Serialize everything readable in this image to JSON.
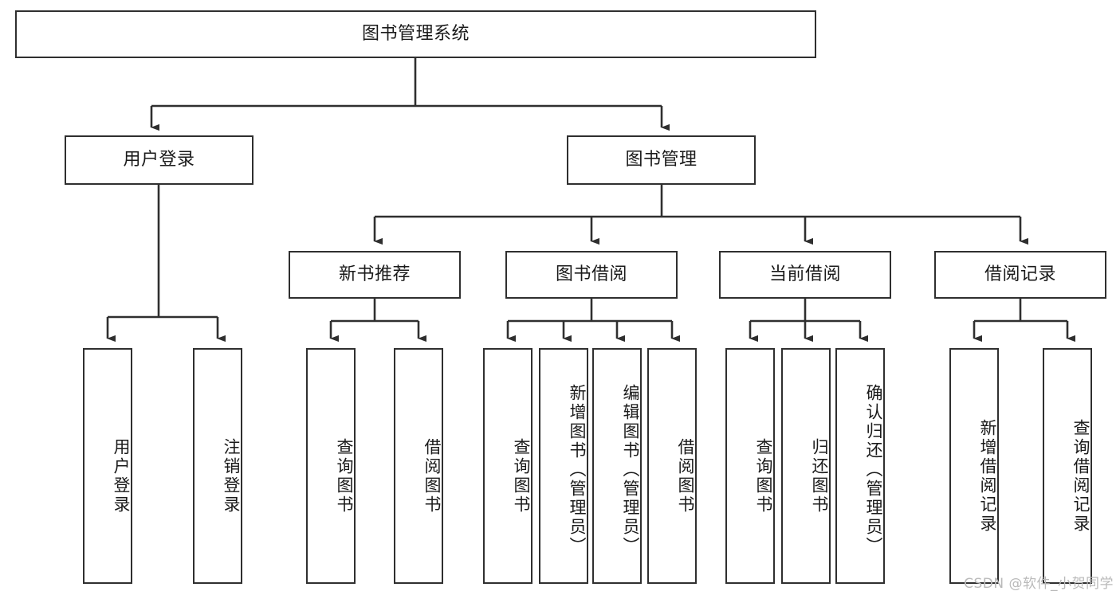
{
  "diagram": {
    "type": "tree",
    "title": "图书管理系统",
    "orientation": "top-down",
    "colors": {
      "box_border": "#2f2f2f",
      "box_fill": "#ffffff",
      "edge": "#2f2f2f",
      "text": "#1a1a1a",
      "watermark": "#b9b9b9",
      "background": "#ffffff"
    },
    "root": {
      "label": "图书管理系统"
    },
    "level1": [
      {
        "label": "用户登录"
      },
      {
        "label": "图书管理"
      }
    ],
    "level2": [
      {
        "label": "新书推荐"
      },
      {
        "label": "图书借阅"
      },
      {
        "label": "当前借阅"
      },
      {
        "label": "借阅记录"
      }
    ],
    "leaves": {
      "user_login": [
        {
          "label": "用户登录"
        },
        {
          "label": "注销登录"
        }
      ],
      "new_book_recommend": [
        {
          "label": "查询图书"
        },
        {
          "label": "借阅图书"
        }
      ],
      "book_borrow": [
        {
          "label": "查询图书"
        },
        {
          "label": "新增图书（管理员）"
        },
        {
          "label": "编辑图书（管理员）"
        },
        {
          "label": "借阅图书"
        }
      ],
      "current_borrow": [
        {
          "label": "查询图书"
        },
        {
          "label": "归还图书"
        },
        {
          "label": "确认归还（管理员）"
        }
      ],
      "borrow_record": [
        {
          "label": "新增借阅记录"
        },
        {
          "label": "查询借阅记录"
        }
      ]
    }
  },
  "watermark": {
    "text": "CSDN @软件_小贺同学"
  }
}
